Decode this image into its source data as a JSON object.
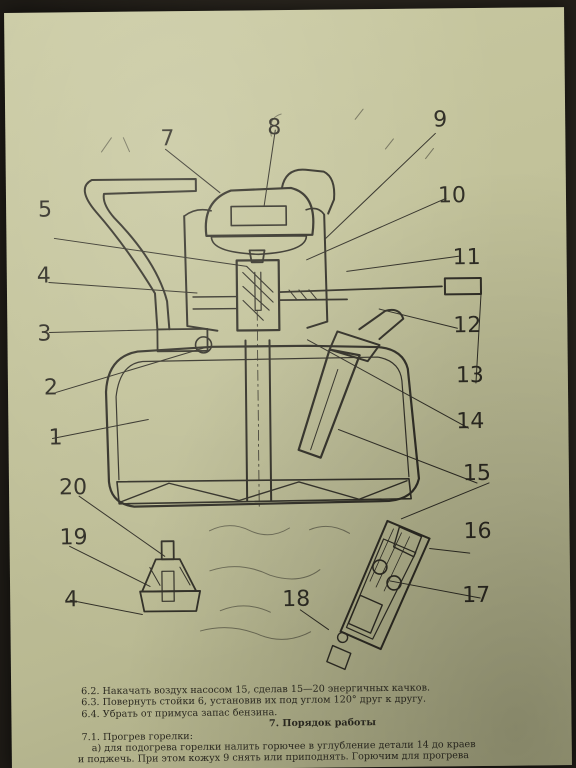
{
  "callouts": {
    "c1": "1",
    "c2": "2",
    "c3": "3",
    "c4": "4",
    "c4b": "4",
    "c5": "5",
    "c7": "7",
    "c8": "8",
    "c9": "9",
    "c10": "10",
    "c11": "11",
    "c12": "12",
    "c13": "13",
    "c14": "14",
    "c15": "15",
    "c16": "16",
    "c17": "17",
    "c18": "18",
    "c19": "19",
    "c20": "20"
  },
  "text": {
    "l1": "6.2. Накачать воздух насосом 15, сделав 15—20 энергичных качков.",
    "l2": "6.3. Повернуть стойки 6, установив их под углом 120° друг к другу.",
    "l3": "6.4. Убрать от примуса запас бензина.",
    "heading": "7. Порядок работы",
    "l4": "7.1. Прогрев горелки:",
    "l5": "а) для подогрева горелки налить горючее в углубление детали 14 до краев",
    "l6": "и поджечь. При этом кожух 9 снять или приподнять. Горючим для прогрева"
  }
}
